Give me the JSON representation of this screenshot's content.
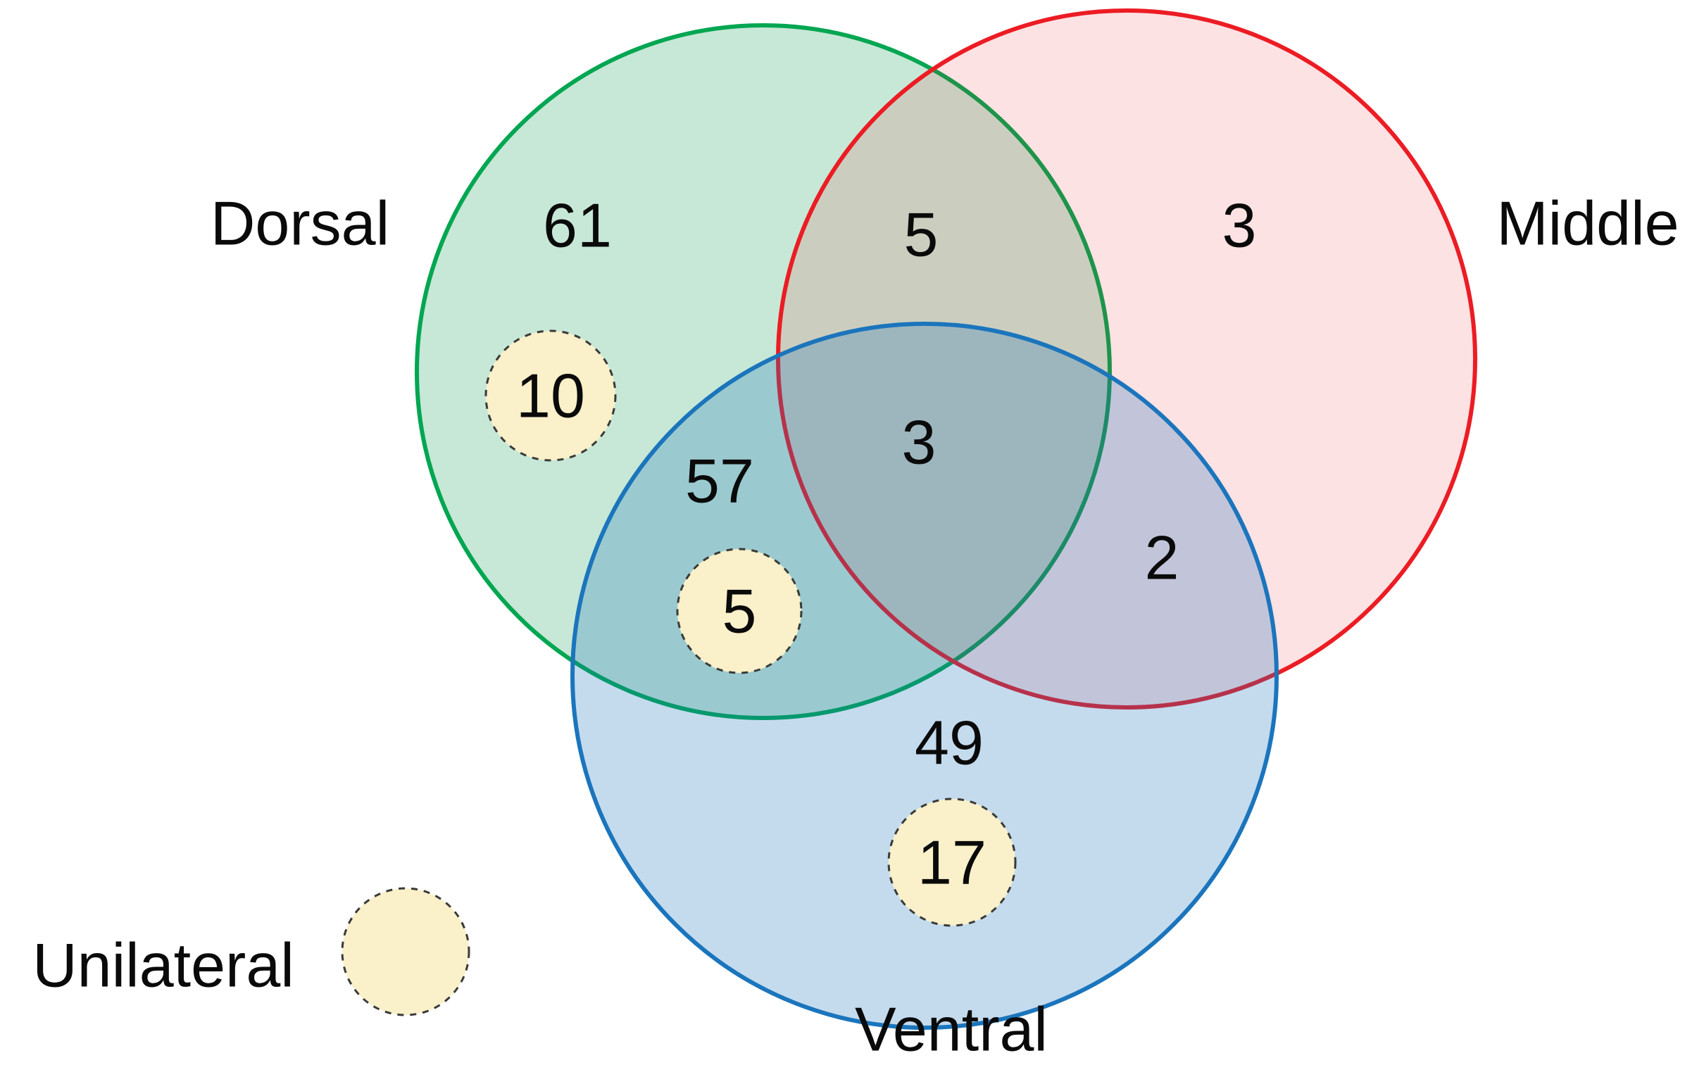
{
  "figure": {
    "description": "Three-set Venn diagram of Dorsal, Middle and Ventral counts with Unilateral subsets shown as dashed cream circles"
  },
  "chart_data": {
    "type": "venn",
    "sets": [
      {
        "id": "dorsal",
        "label": "Dorsal",
        "stroke_color": "#00A651",
        "fill_tint": "light green"
      },
      {
        "id": "middle",
        "label": "Middle",
        "stroke_color": "#EC1C24",
        "fill_tint": "light pink"
      },
      {
        "id": "ventral",
        "label": "Ventral",
        "stroke_color": "#1B75BC",
        "fill_tint": "light blue"
      }
    ],
    "regions": {
      "dorsal": 61,
      "middle": 3,
      "ventral": 49,
      "dorsal_middle": 5,
      "dorsal_ventral": 57,
      "middle_ventral": 2,
      "dorsal_middle_ventral": 3
    },
    "unilateral_subsets": {
      "legend_label": "Unilateral",
      "circle_fill": "#FAF0C9",
      "dorsal": 10,
      "dorsal_ventral": 5,
      "ventral": 17
    },
    "legend_position": "bottom-left"
  }
}
